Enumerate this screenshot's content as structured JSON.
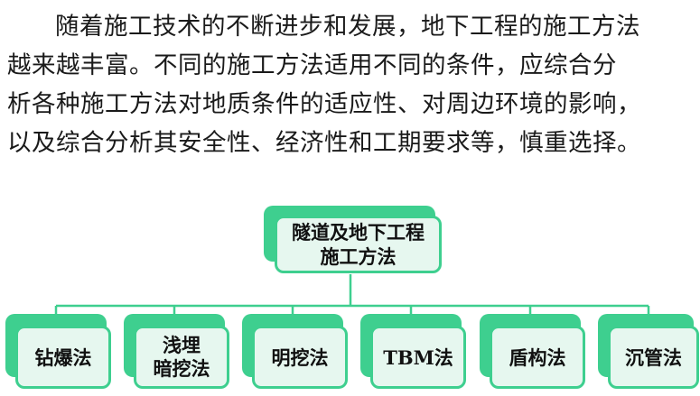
{
  "paragraph": {
    "lines": [
      "随着施工技术的不断进步和发展，地下工程的施工方法",
      "越来越丰富。不同的施工方法适用不同的条件，应综合分",
      "析各种施工方法对地质条件的适应性、对周边环境的影响，",
      "以及综合分析其安全性、经济性和工期要求等，慎重选择。"
    ]
  },
  "diagram": {
    "root": {
      "line1": "隧道及地下工程",
      "line2": "施工方法"
    },
    "children": [
      {
        "line1": "钻爆法",
        "line2": ""
      },
      {
        "line1": "浅埋",
        "line2": "暗挖法"
      },
      {
        "line1": "明挖法",
        "line2": ""
      },
      {
        "line1": "TBM法",
        "line2": ""
      },
      {
        "line1": "盾构法",
        "line2": ""
      },
      {
        "line1": "沉管法",
        "line2": ""
      }
    ],
    "colors": {
      "accent": "#3ecf8f",
      "fill": "#e6f7ef"
    }
  }
}
